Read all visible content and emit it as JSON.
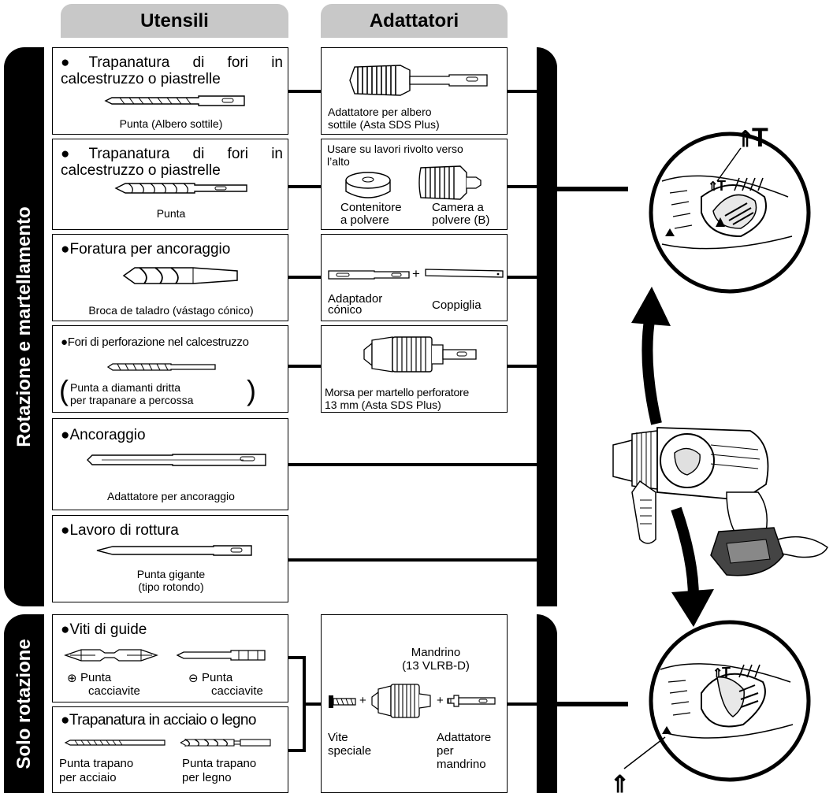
{
  "headers": {
    "tools": "Utensili",
    "adapters": "Adattatori"
  },
  "sections": {
    "rotation_hammering": "Rotazione e martellamento",
    "rotation_only": "Solo rotazione"
  },
  "tools": [
    {
      "title": "●Trapanatura di fori in calcestruzzo o piastrelle",
      "caption": "Punta (Albero sottile)"
    },
    {
      "title": "●Trapanatura di fori in calcestruzzo o piastrelle",
      "caption": "Punta"
    },
    {
      "title": "●Foratura per ancoraggio",
      "caption": "Broca de taladro (vástago cónico)"
    },
    {
      "title": "●Fori di perforazione nel calcestruzzo",
      "caption_l1": "Punta a diamanti dritta",
      "caption_l2": "per trapanare a percossa"
    },
    {
      "title": "●Ancoraggio",
      "caption": "Adattatore per ancoraggio"
    },
    {
      "title": "●Lavoro di rottura",
      "caption_l1": "Punta gigante",
      "caption_l2": "(tipo rotondo)"
    },
    {
      "title": "●Viti di guide",
      "left_l1": "Punta",
      "left_l2": "cacciavite",
      "right_l1": "Punta",
      "right_l2": "cacciavite"
    },
    {
      "title": "●Trapanatura in acciaio o legno",
      "left_l1": "Punta trapano",
      "left_l2": "per acciaio",
      "right_l1": "Punta trapano",
      "right_l2": "per legno"
    }
  ],
  "adapters": [
    {
      "l1": "Adattatore per albero",
      "l2": "sottile (Asta SDS Plus)"
    },
    {
      "note_l1": "Usare su lavori rivolto verso",
      "note_l2": "l’alto",
      "left_l1": "Contenitore",
      "left_l2": "a polvere",
      "right_l1": "Camera a",
      "right_l2": "polvere (B)"
    },
    {
      "left_l1": "Adaptador",
      "left_l2": "cónico",
      "right": "Coppiglia",
      "plus": "+"
    },
    {
      "l1": "Morsa per martello perforatore",
      "l2": "13 mm (Asta SDS Plus)"
    },
    {
      "title_l1": "Mandrino",
      "title_l2": "(13 VLRB-D)",
      "left_l1": "Vite",
      "left_l2": "speciale",
      "right_l1": "Adattatore",
      "right_l2": "per",
      "right_l3": "mandrino",
      "plus": "+"
    }
  ]
}
